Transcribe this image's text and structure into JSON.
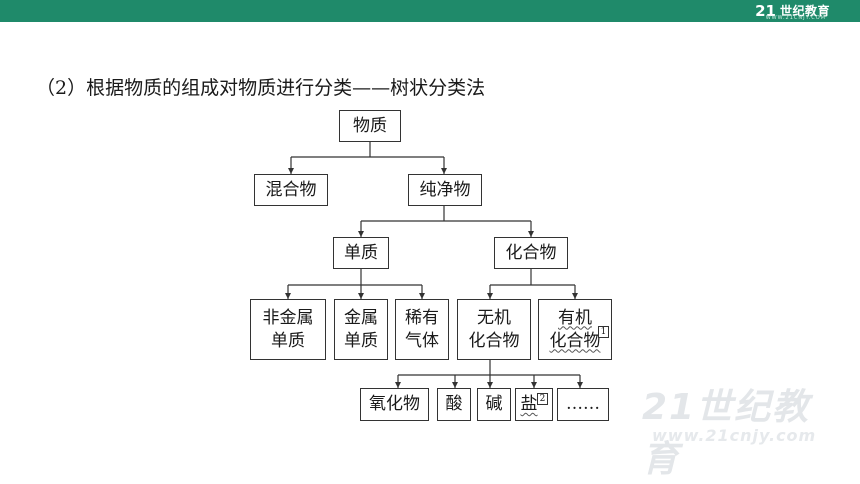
{
  "header": {
    "brand_mark": "21",
    "brand_name": "世纪教育",
    "brand_sub": "WWW.21CNJY.COM",
    "bar_color": "#1f8a6a"
  },
  "heading": "（2）根据物质的组成对物质进行分类——树状分类法",
  "tree": {
    "root": "物质",
    "mixture": "混合物",
    "pure": "纯净物",
    "element": "单质",
    "compound": "化合物",
    "nonmetal": {
      "line1": "非金属",
      "line2": "单质"
    },
    "metal": {
      "line1": "金属",
      "line2": "单质"
    },
    "noble": {
      "line1": "稀有",
      "line2": "气体"
    },
    "inorganic": {
      "line1": "无机",
      "line2": "化合物"
    },
    "organic": {
      "line1": "有机",
      "line2": "化合物",
      "note": "1"
    },
    "oxide": "氧化物",
    "acid": "酸",
    "base": "碱",
    "salt": {
      "label": "盐",
      "note": "2"
    },
    "etc": "……"
  },
  "watermark": {
    "main": "21世纪教育",
    "sub": "www.21cnjy.com"
  }
}
